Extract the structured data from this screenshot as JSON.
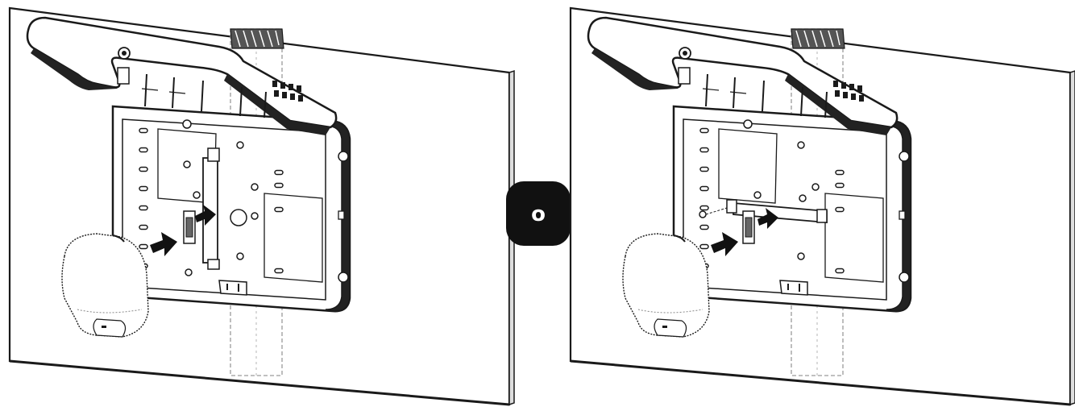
{
  "figure": {
    "panels": [
      {
        "id": "left",
        "description_role": "vertical-bracket-orientation"
      },
      {
        "id": "right",
        "description_role": "horizontal-bracket-orientation"
      }
    ],
    "separator": {
      "label": "o",
      "icon": "or-badge",
      "fill_color": "#111111",
      "text_color": "#ffffff"
    },
    "colors": {
      "line": "#1a1a1a",
      "fill": "#ffffff",
      "arrow": "#111111",
      "hidden_line": "#9a9a9a"
    }
  }
}
